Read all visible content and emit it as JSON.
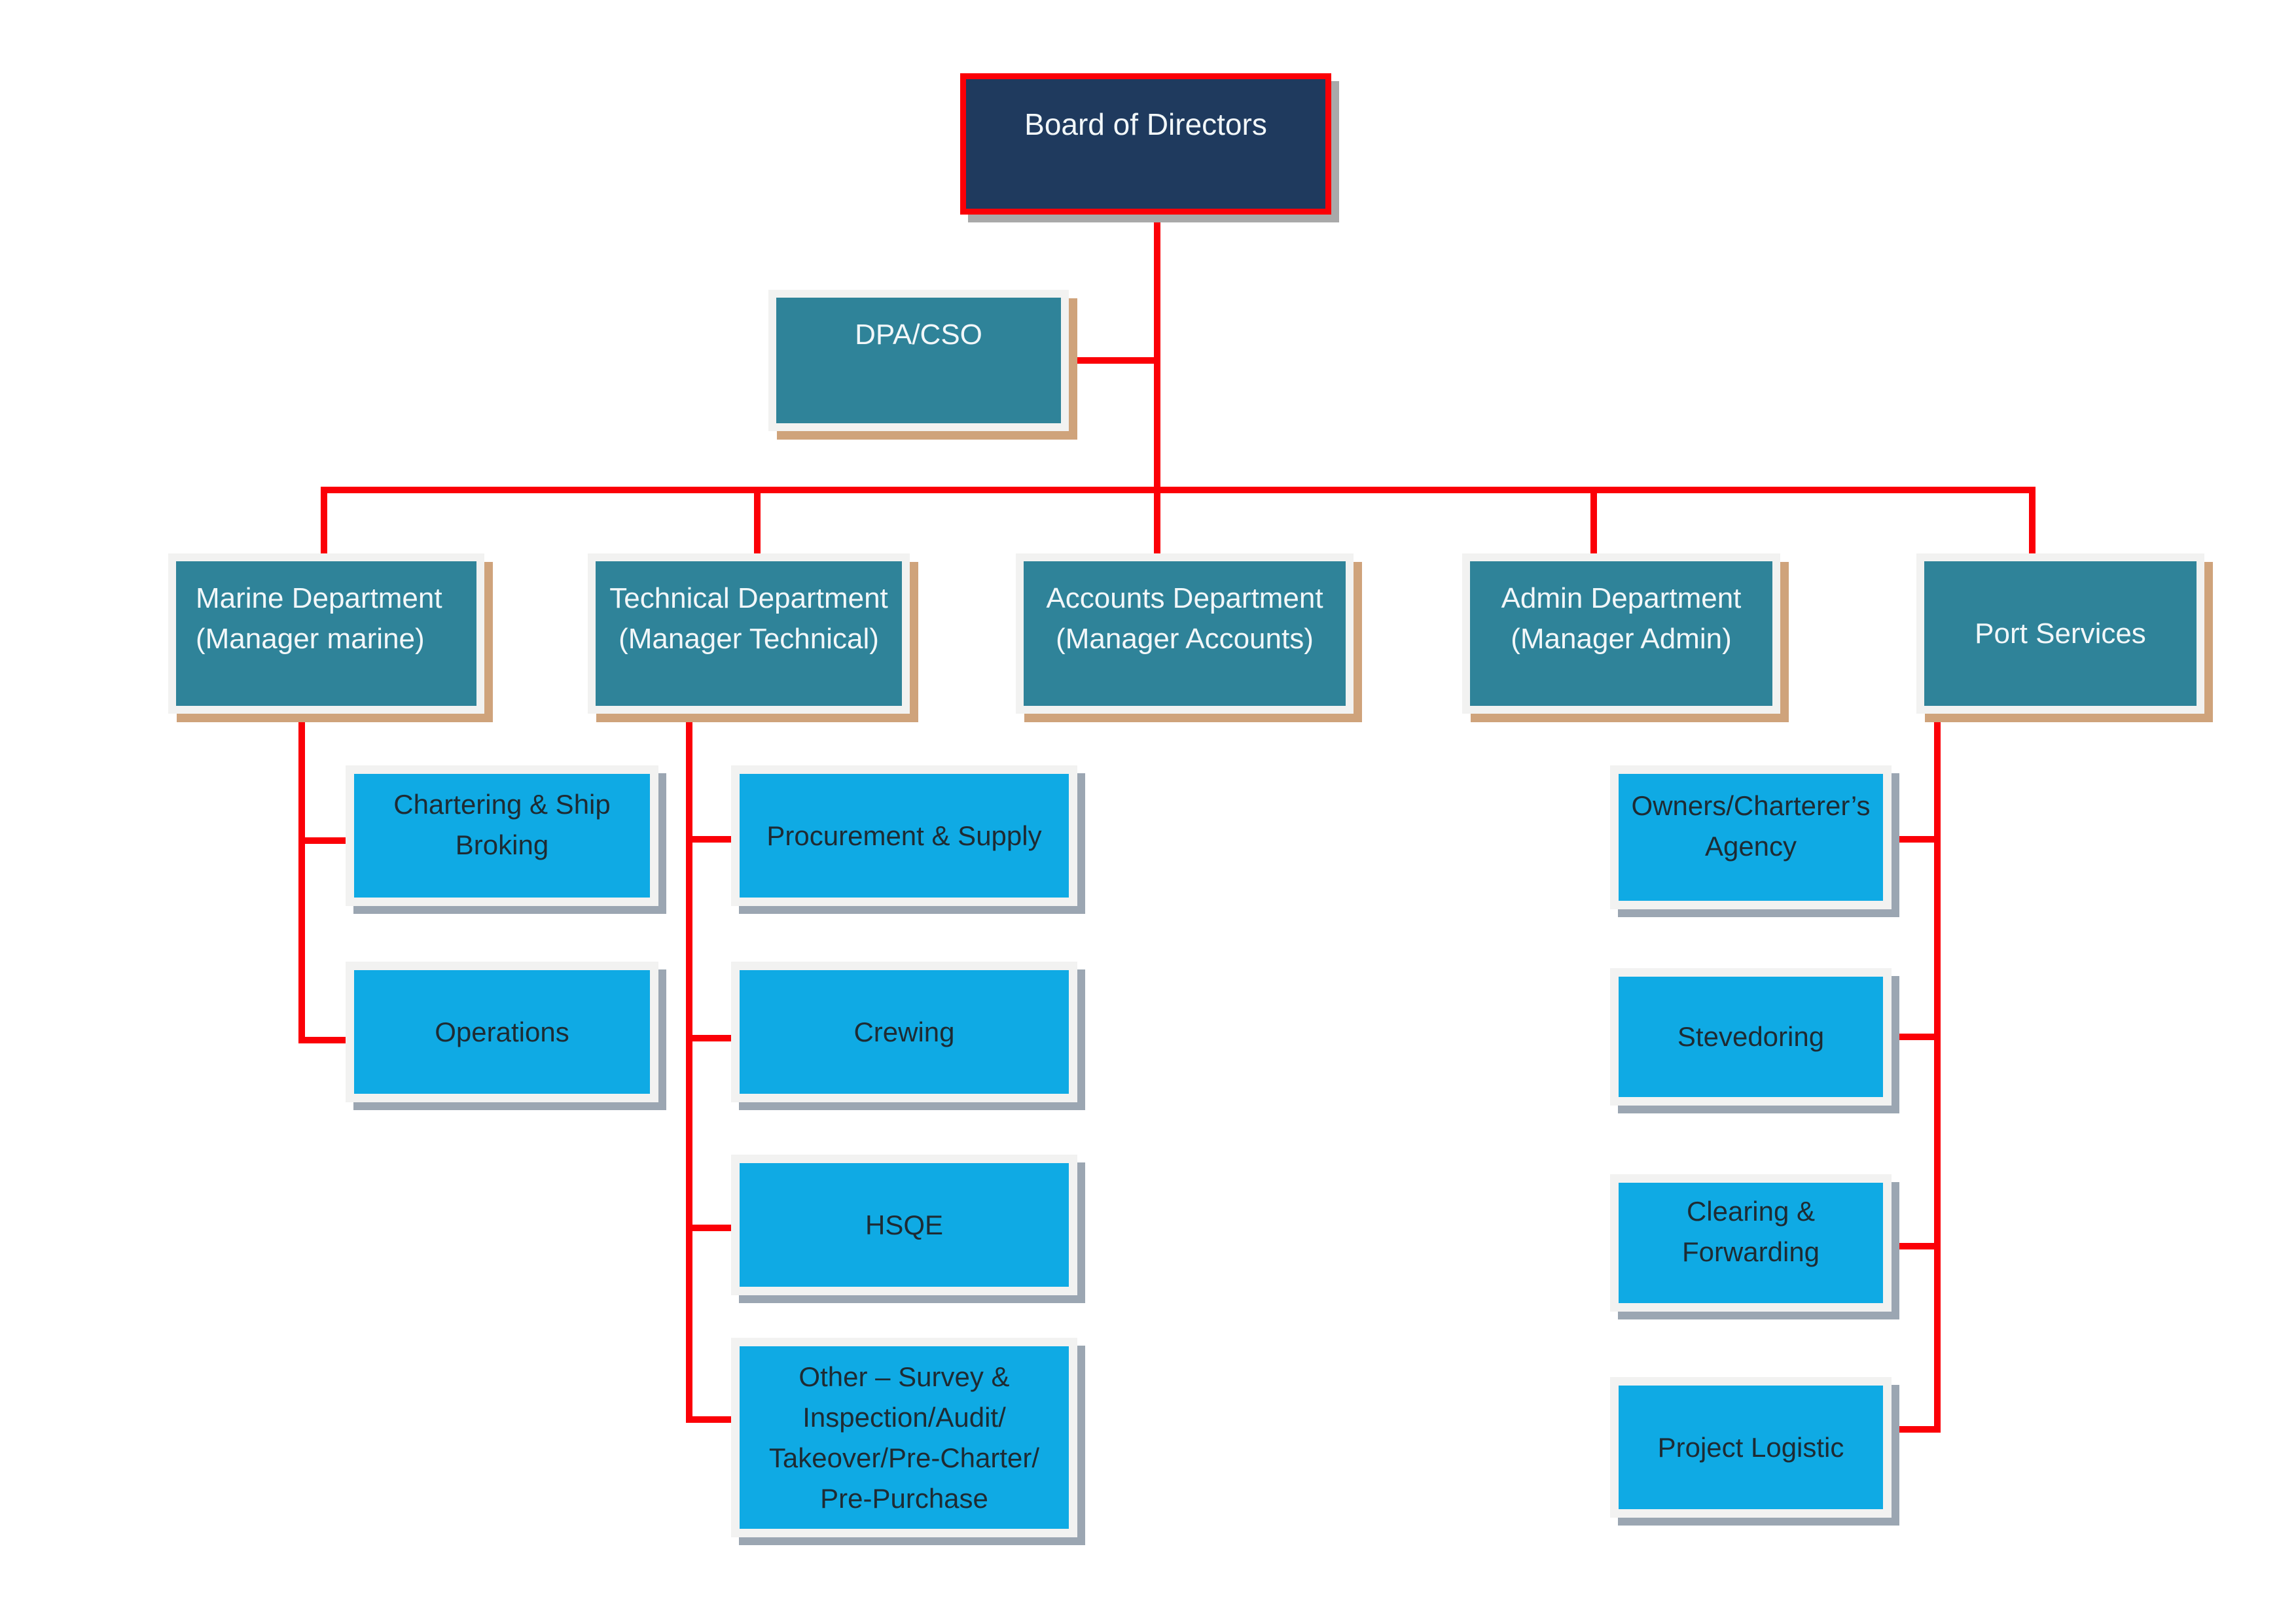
{
  "palette": {
    "background": "#FFFFFF",
    "connector_red": "#FB0007",
    "navy": "#1F3A5E",
    "teal": "#2F8399",
    "blue": "#0FAAE4",
    "frame": "#F2F2F1",
    "tan_shadow": "#CFA37B",
    "gray_shadow": "#9BA6B2",
    "board_shadow": "#A9A9A9",
    "light_text": "#F2F7F9",
    "dark_text": "#1E2B33"
  },
  "org_chart": {
    "board": {
      "label": "Board of Directors"
    },
    "dpa": {
      "label": "DPA/CSO"
    },
    "departments": [
      {
        "label": "Marine Department\n(Manager marine)"
      },
      {
        "label": "Technical Department\n(Manager Technical)"
      },
      {
        "label": "Accounts Department\n(Manager Accounts)"
      },
      {
        "label": "Admin Department\n(Manager Admin)"
      },
      {
        "label": "Port Services"
      }
    ],
    "marine_children": [
      {
        "label": "Chartering & Ship\nBroking"
      },
      {
        "label": "Operations"
      }
    ],
    "technical_children": [
      {
        "label": "Procurement & Supply"
      },
      {
        "label": "Crewing"
      },
      {
        "label": "HSQE"
      },
      {
        "label": "Other – Survey &\nInspection/Audit/\nTakeover/Pre-Charter/\nPre-Purchase"
      }
    ],
    "port_children": [
      {
        "label": "Owners/Charterer’s\nAgency"
      },
      {
        "label": "Stevedoring"
      },
      {
        "label": "Clearing &\nForwarding"
      },
      {
        "label": "Project Logistic"
      }
    ]
  }
}
